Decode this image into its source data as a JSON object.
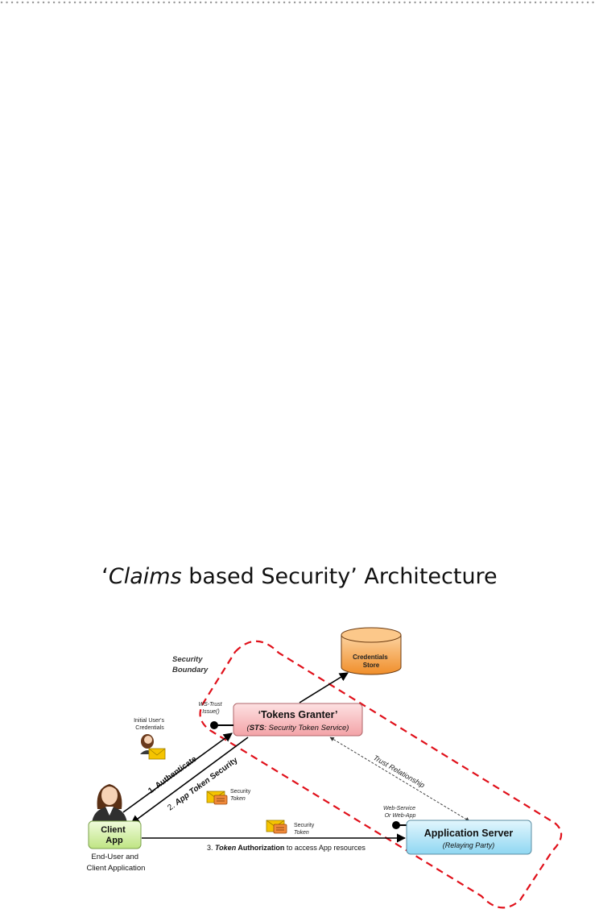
{
  "title": {
    "quote_open": "‘",
    "emph": "Claims",
    "rest": " based Security’ Architecture"
  },
  "diagram": {
    "security_boundary": [
      "Security",
      "Boundary"
    ],
    "credentials_store": [
      "Credentials",
      "Store"
    ],
    "tokens_granter": {
      "title": "‘Tokens Granter’",
      "sub_open": "(",
      "sub_emph": "STS",
      "sub_rest": ": Security  Token Service)"
    },
    "ws_trust": [
      "WS-Trust",
      "Issue()"
    ],
    "initial_credentials": [
      "Initial User's",
      "Credentials"
    ],
    "step1": "1. Authenticate",
    "step2_prefix": "2. ",
    "step2_emph": "App Token",
    "step2_rest": " Security",
    "security_token_a": [
      "Security",
      "Token"
    ],
    "security_token_b": [
      "Security",
      "Token"
    ],
    "trust_relationship": "Trust Relationship",
    "web_service": [
      "Web-Service",
      "Or Web-App"
    ],
    "client_app": [
      "Client",
      "App"
    ],
    "end_user": [
      "End-User and",
      "Client Application"
    ],
    "step3_prefix": "3. ",
    "step3_token": "Token",
    "step3_auth": " Authorization",
    "step3_rest": " to access App resources",
    "app_server": {
      "title": "Application Server",
      "sub": "(Relaying Party)"
    }
  },
  "colors": {
    "boundary": "#e0101a",
    "sts_fill": "#f8b9bc",
    "app_server_fill": "#aee4f7",
    "client_fill": "#d7f0a8",
    "db_fill": "#f8a94e",
    "envelope": "#f5c400"
  }
}
